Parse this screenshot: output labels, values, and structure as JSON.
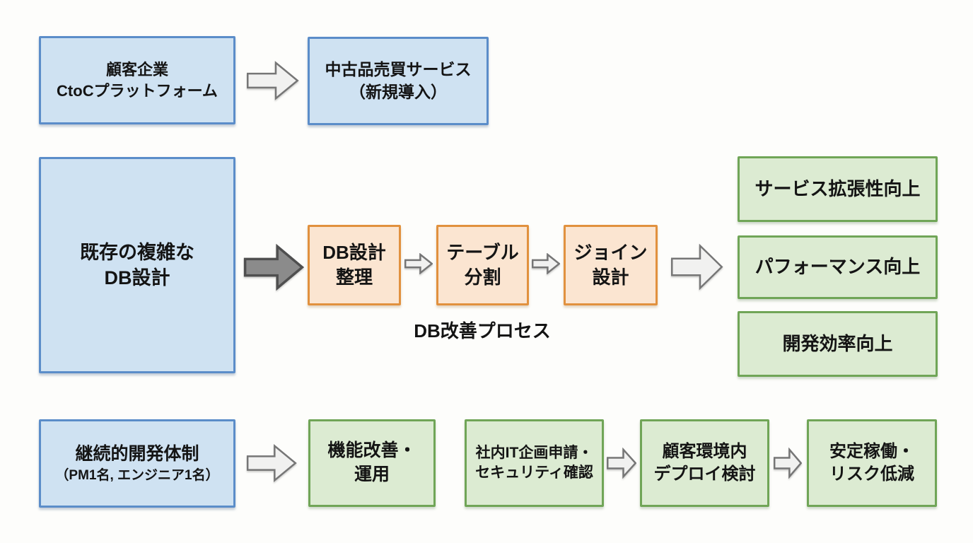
{
  "colors": {
    "background": "#fdfdfb",
    "blue_fill": "#cfe2f2",
    "blue_border": "#5b8dc9",
    "orange_fill": "#fbe5d1",
    "orange_border": "#e1913e",
    "green_fill": "#dcebd2",
    "green_border": "#70a557",
    "arrow_light_fill": "#f1f1f0",
    "arrow_light_border": "#767676",
    "arrow_dark_fill": "#8b8b8b",
    "arrow_dark_border": "#4f4f4f",
    "text": "#141414"
  },
  "row1": {
    "customer_box": {
      "line1": "顧客企業",
      "line2": "CtoCプラットフォーム"
    },
    "service_box": {
      "line1": "中古品売買サービス",
      "line2": "（新規導入）"
    }
  },
  "row2": {
    "existing_db_box": {
      "line1": "既存の複雑な",
      "line2": "DB設計"
    },
    "steps": [
      {
        "line1": "DB設計",
        "line2": "整理"
      },
      {
        "line1": "テーブル",
        "line2": "分割"
      },
      {
        "line1": "ジョイン",
        "line2": "設計"
      }
    ],
    "process_label": "DB改善プロセス",
    "outcomes": [
      "サービス拡張性向上",
      "パフォーマンス向上",
      "開発効率向上"
    ]
  },
  "row3": {
    "team_box": {
      "line1": "継続的開発体制",
      "line2": "（PM1名, エンジニア1名）"
    },
    "maintain_box": {
      "line1": "機能改善・",
      "line2": "運用"
    },
    "deploy_steps": [
      {
        "line1": "社内IT企画申請・",
        "line2": "セキュリティ確認"
      },
      {
        "line1": "顧客環境内",
        "line2": "デプロイ検討"
      },
      {
        "line1": "安定稼働・",
        "line2": "リスク低減"
      }
    ]
  }
}
